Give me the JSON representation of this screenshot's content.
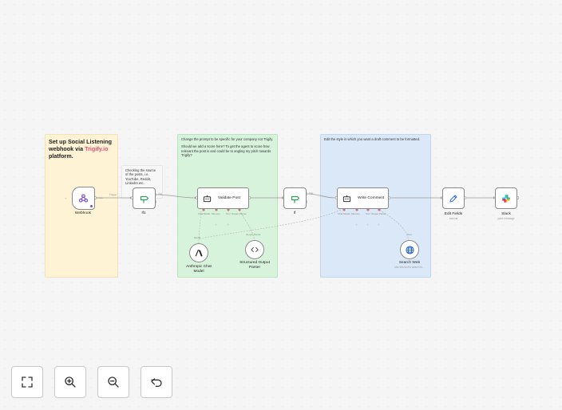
{
  "sticky_notes": {
    "setup": {
      "title_prefix": "Set up Social Listening webhook via ",
      "title_link": "Trigify.io",
      "title_suffix": " platform."
    },
    "source": {
      "text": "Checking the source of the posts, i.e. YouTube, Reddit, LinkedIn etc."
    },
    "prompt": {
      "line1": "Change the prompt to be specific for your company not Trigify.",
      "line2": "Should we add a score here? To get the agent to score how relevant the post is and could be to angling my pitch towards Trigify?"
    },
    "style": {
      "text": "Edit the style in which you want a draft comment to be formatted."
    }
  },
  "nodes": {
    "webhook": {
      "label": "Webhook"
    },
    "if1": {
      "label": "If1"
    },
    "validate": {
      "label": "Validate Post",
      "ports": [
        "Chat Model",
        "Memory",
        "Tool",
        "Output Parser"
      ]
    },
    "if": {
      "label": "If"
    },
    "write": {
      "label": "Write Comment",
      "ports": [
        "Chat Model",
        "Memory",
        "Tool",
        "Output Parser"
      ]
    },
    "edit": {
      "label": "Edit Fields",
      "sub": "manual"
    },
    "slack": {
      "label": "Slack",
      "sub": "post: message"
    },
    "anthropic": {
      "label": "Anthropic Chat Model"
    },
    "parser": {
      "label": "Structured Output Parser"
    },
    "search": {
      "label": "Search Web",
      "sub": "Use this tool to search th..."
    }
  },
  "edge_labels": {
    "webhook_out": "1 item",
    "webhook_to_if": "Trigger",
    "if1_true": "true",
    "if_true": "true",
    "model": "Model",
    "output_parser": "Output Parser",
    "tool": "Tool"
  },
  "controls": {
    "fit": "fit-view",
    "zoom_in": "zoom-in",
    "zoom_out": "zoom-out",
    "undo": "undo"
  },
  "colors": {
    "sticky_yellow": "#fff3d6",
    "sticky_green": "#d8f3dc",
    "sticky_blue": "#dbe8f8",
    "accent": "#ea4b71",
    "if_green": "#2f9e61",
    "search_blue": "#1d5fd0"
  }
}
